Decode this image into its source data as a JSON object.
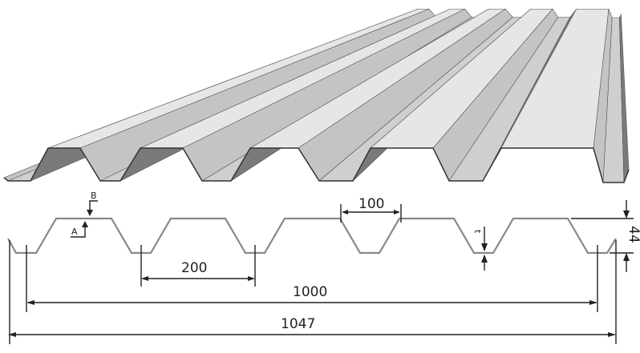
{
  "title": "Trapezoidal profiled steel decking sheet",
  "colors": {
    "sheet_light": "#e2e2e2",
    "sheet_dark": "#7a7a7a",
    "line": "#222222"
  },
  "section": {
    "rib_top_width": "100",
    "pitch": "200",
    "cover_width": "1000",
    "total_width": "1047",
    "height": "44",
    "thickness": "t",
    "face_a": "A",
    "face_b": "B"
  }
}
